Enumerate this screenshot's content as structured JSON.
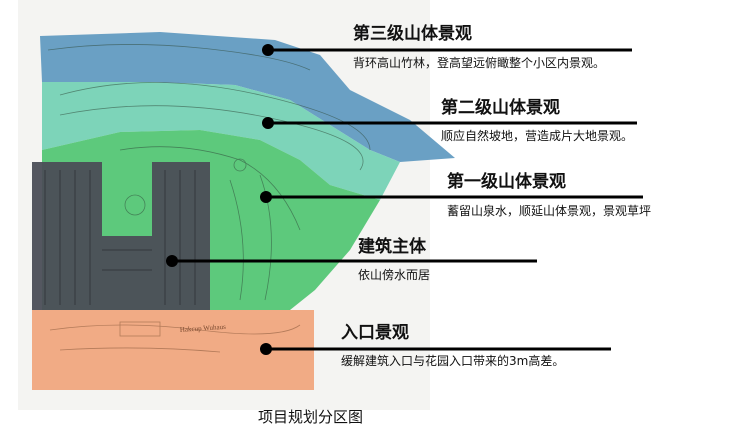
{
  "caption": "项目规划分区图",
  "zones": [
    {
      "id": "third-level",
      "title": "第三级山体景观",
      "description": "背环高山竹林，登高望远俯瞰整个小区内景观。",
      "color": "#5b97bf"
    },
    {
      "id": "second-level",
      "title": "第二级山体景观",
      "description": "顺应自然坡地，营造成片大地景观。",
      "color": "#72d0b4"
    },
    {
      "id": "first-level",
      "title": "第一级山体景观",
      "description": "蓄留山泉水，顺延山体景观，景观草坪",
      "color": "#4cc46f"
    },
    {
      "id": "main-building",
      "title": "建筑主体",
      "description": "依山傍水而居",
      "color": "#4b4e57"
    },
    {
      "id": "entrance",
      "title": "入口景观",
      "description": "缓解建筑入口与花园入口带来的3m高差。",
      "color": "#f0a77e"
    }
  ],
  "sketch_text": "Hakcup Wuhaus"
}
